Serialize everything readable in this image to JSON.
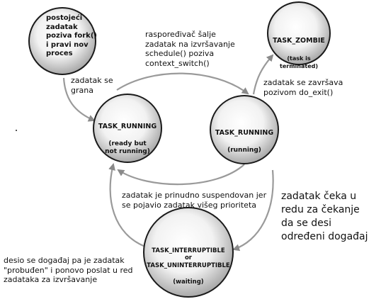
{
  "nodes": {
    "new_process": {
      "text": "postojeći\nzadatak\npoziva fork()\ni pravi nov\nproces"
    },
    "zombie": {
      "title": "TASK_ZOMBIE",
      "sub": "(task is terminated)"
    },
    "running_ready": {
      "title": "TASK_RUNNING",
      "sub": "(ready but\nnot running)"
    },
    "running": {
      "title": "TASK_RUNNING",
      "sub": "(running)"
    },
    "waiting": {
      "title": "TASK_INTERRUPTIBLE\nor\nTASK_UNINTERRUPTIBLE",
      "sub": "(waiting)"
    }
  },
  "labels": {
    "forked": "zadatak se\ngrana",
    "scheduler": "raspoređivač šalje\nzadatak na izvršavanje\n  schedule() poziva\n  context_switch()",
    "exit": "zadatak se završava\npozivom do_exit()",
    "preempted": "zadatak je prinudno suspendovan jer\nse pojavio zadatak višeg prioriteta",
    "waits": "zadatak čeka u\nredu za čekanje\nda se desi\nodređeni događaj",
    "woken": "desio se događaj pa je zadatak\n\"probuđen\" i ponovo poslat u red\nzadataka za izvršavanje"
  }
}
